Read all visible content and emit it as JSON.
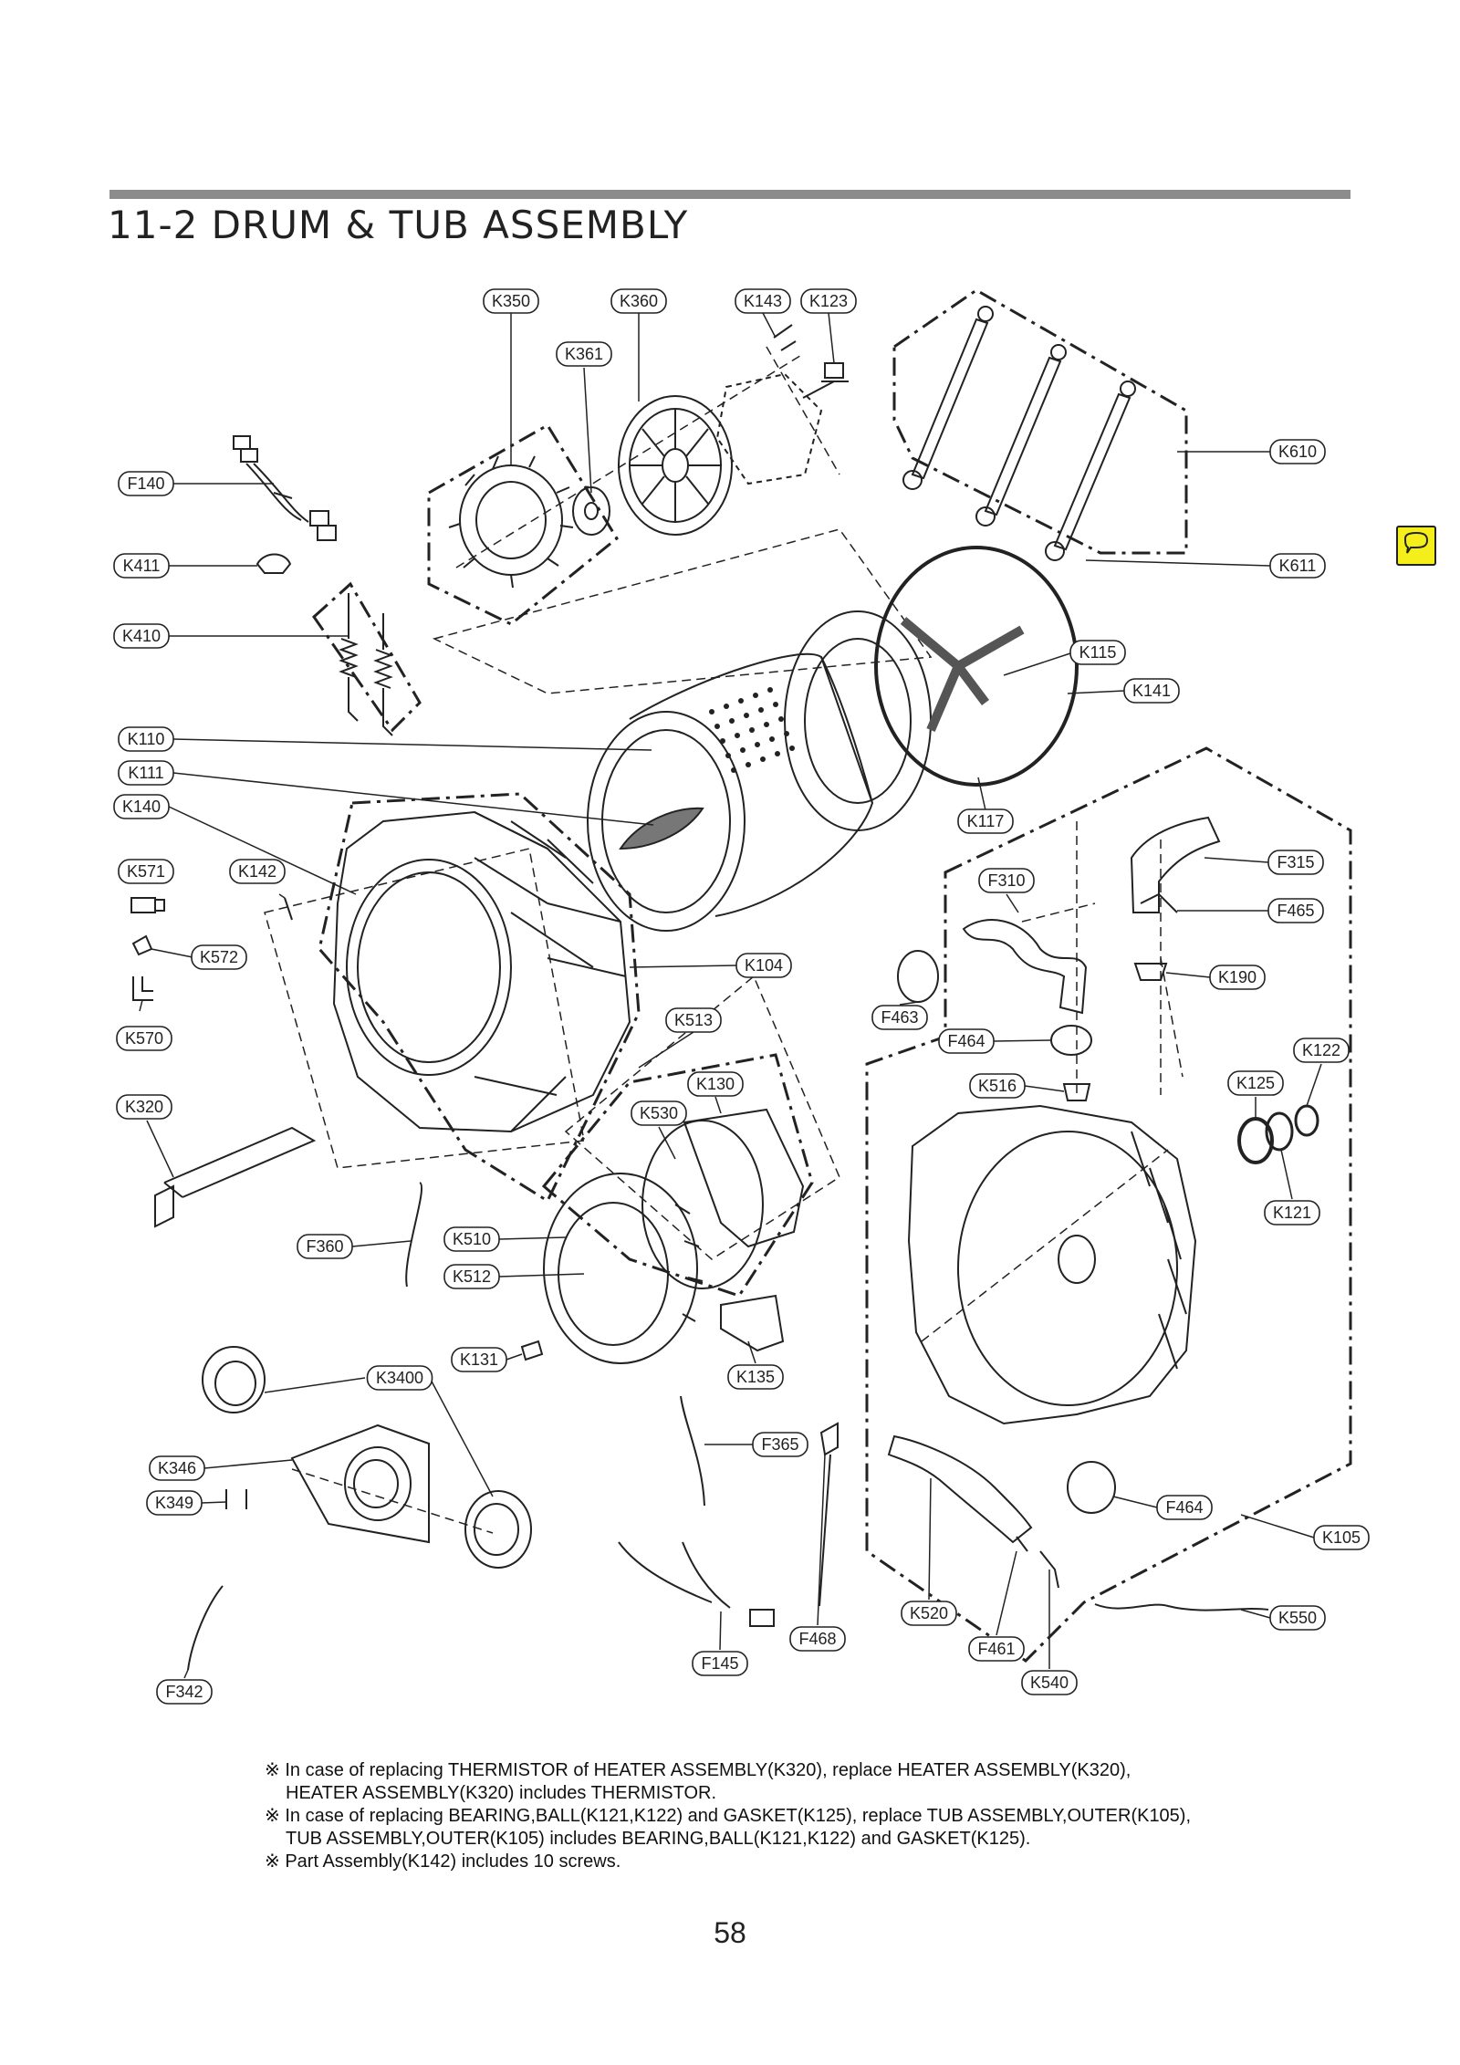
{
  "title": "11-2 DRUM & TUB ASSEMBLY",
  "parts": [
    "K350",
    "K360",
    "K143",
    "K123",
    "K361",
    "K610",
    "F140",
    "K611",
    "K411",
    "K410",
    "K115",
    "K141",
    "K110",
    "K111",
    "K140",
    "K117",
    "F315",
    "K571",
    "K142",
    "F310",
    "F465",
    "K572",
    "K104",
    "K190",
    "F463",
    "K570",
    "K513",
    "F464",
    "K122",
    "K320",
    "K130",
    "K516",
    "K125",
    "K530",
    "K121",
    "F360",
    "K510",
    "K512",
    "K131",
    "K135",
    "K3400",
    "F365",
    "K346",
    "K349",
    "K105",
    "K520",
    "F461",
    "K550",
    "K540",
    "F468",
    "F145",
    "F342"
  ],
  "notes": [
    {
      "mark": "※",
      "lines": [
        "In case of replacing THERMISTOR of HEATER ASSEMBLY(K320), replace HEATER ASSEMBLY(K320),",
        "HEATER ASSEMBLY(K320) includes THERMISTOR."
      ]
    },
    {
      "mark": "※",
      "lines": [
        "In case of replacing BEARING,BALL(K121,K122) and GASKET(K125), replace TUB ASSEMBLY,OUTER(K105),",
        "TUB ASSEMBLY,OUTER(K105) includes BEARING,BALL(K121,K122) and GASKET(K125)."
      ]
    },
    {
      "mark": "※",
      "lines": [
        "Part Assembly(K142) includes 10 screws."
      ]
    }
  ],
  "page_number": "58",
  "side_tab_icon": "speech-bubble-icon",
  "colors": {
    "rule": "#8c8c8c",
    "side_tab": "#f4ee1a"
  }
}
